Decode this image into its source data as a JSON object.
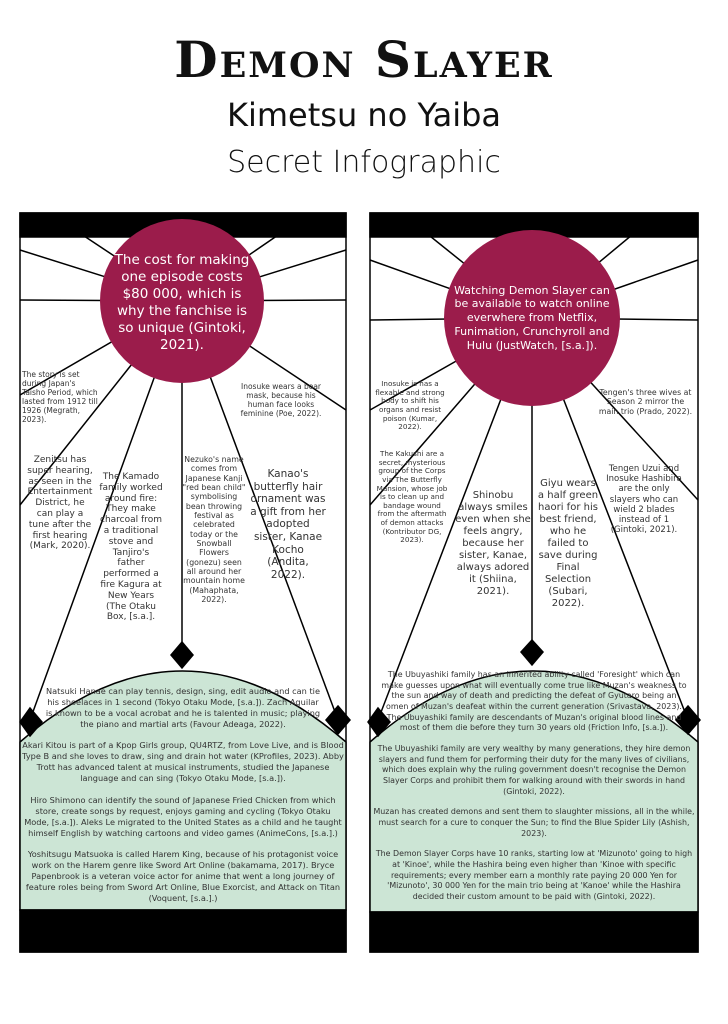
{
  "header": {
    "title": "Demon Slayer",
    "subtitle": "Kimetsu no Yaiba",
    "tagline": "Secret Infographic"
  },
  "colors": {
    "circle": "#9b1c4b",
    "green": "#cce5d5",
    "black": "#000000"
  },
  "left": {
    "circle": "The cost for making one episode costs $80 000, which is why the fanchise is so unique (Gintoki, 2021).",
    "facts": [
      "The story is set during Japan's Taisho Period, which lasted from 1912 till 1926 (Megrath, 2023).",
      "Inosuke wears a boar mask, because his human face looks feminine (Poe, 2022).",
      "Zenitsu has super hearing, as seen in the Entertainment District, he can play a tune after the first hearing (Mark, 2020).",
      "The Kamado family worked around fire: They make charcoal from a traditional stove and Tanjiro's father performed a fire Kagura at New Years (The Otaku Box, [s.a.].",
      "Nezuko's name comes from Japanese Kanji \"red bean child\" symbolising bean throwing festival as celebrated today or the Snowball Flowers (gonezu) seen all around her mountain home (Mahaphata, 2022).",
      "Kanao's butterfly hair ornament was a gift from her adopted sister, Kanae Kocho (Andita, 2022)."
    ],
    "paragraphs": [
      "Natsuki Hanae can play tennis, design, sing, edit audio and can tie his shoelaces in 1 second (Tokyo Otaku Mode, [s.a.]). Zach Aguilar is known to be a vocal acrobat and he is talented in music; playing the piano and martial arts (Favour Adeaga, 2022).",
      "Akari Kitou is part of a Kpop Girls group, QU4RTZ, from Love Live, and is Blood Type B and she loves to draw, sing and drain hot water (KProfiles, 2023). Abby Trott has advanced talent at musical instruments, studied the Japanese language and can sing (Tokyo Otaku Mode, [s.a.]).",
      "Hiro Shimono can identify the sound of Japanese Fried Chicken from which store, create songs by request, enjoys gaming and cycling (Tokyo Otaku Mode, [s.a.]). Aleks Le migrated to the United States as a child and he taught himself English by watching cartoons and video games (AnimeCons, [s.a.].)",
      "Yoshitsugu Matsuoka is called Harem King, because of his protagonist voice work on the Harem genre like Sword Art Online (bakamama, 2017). Bryce Papenbrook is a veteran voice actor for anime that went a long journey of feature roles being from Sword Art Online, Blue Exorcist, and Attack on Titan (Voquent, [s.a.].)"
    ]
  },
  "right": {
    "circle": "Watching Demon Slayer can be available to watch online everwhere from Netflix, Funimation, Crunchyroll and Hulu (JustWatch, [s.a.]).",
    "facts": [
      "Inosuke is has a flexable and strong body to shift his organs and resist poison (Kumar, 2022).",
      "The Kakushi are a secret, mysterious group of the Corps via The Butterfly Mansion, whose job is to clean up and bandage wound from the aftermath of demon attacks (Kontributor DG, 2023).",
      "Shinobu always smiles even when she feels angry, because her sister, Kanae, always adored it (Shiina, 2021).",
      "Giyu wears a half green haori for his best friend, who he failed to save during Final Selection (Subari, 2022).",
      "Tengen Uzui and Inosuke Hashibira are the only slayers who can wield 2 blades instead of 1 (Gintoki, 2021).",
      "Tengen's three wives at Season 2 mirror the main trio (Prado, 2022)."
    ],
    "paragraphs": [
      "The Ubuyashiki family has an inherited ability called 'Foresight' which can make guesses upon what will eventually come true like Muzan's weakness to the sun and way of death and predicting the defeat of Gyutaro being an omen of Muzan's deafeat within the current generation (Srivastava, 2023). The Ubuyashiki family are descendants of Muzan's original blood lines and most of them die before they turn 30 years old (Friction Info, [s.a.]).",
      "The Ubuyashiki family are very wealthy by many generations, they hire demon slayers and fund them for performing their duty for the many lives of civilians, which does explain why the ruling government doesn't recognise the Demon Slayer Corps and prohibit them for walking around with their swords in hand (Gintoki, 2022).",
      "Muzan has created demons and sent them to slaughter missions, all in the while, must search for a cure to conquer the Sun; to find the Blue Spider Lily (Ashish, 2023).",
      "The Demon Slayer Corps have 10 ranks, starting low at 'Mizunoto' going to high at 'Kinoe', while the Hashira being even higher than 'Kinoe with specific requirements; every member earn a monthly rate paying 20 000 Yen for 'Mizunoto', 30 000 Yen for the main trio being at 'Kanoe' while the Hashira decided their custom amount to be paid with (Gintoki, 2022)."
    ]
  }
}
